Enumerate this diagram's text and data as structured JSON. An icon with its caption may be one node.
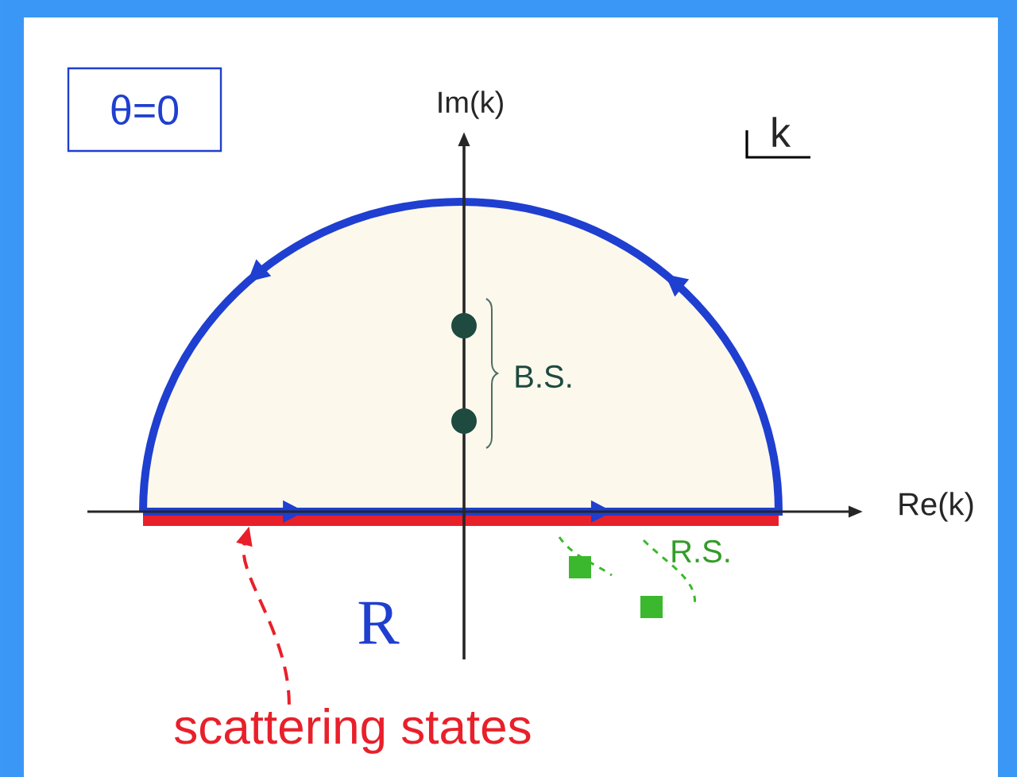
{
  "diagram": {
    "nodes": [
      {
        "text": [
          "θ=0"
        ]
      },
      {
        "text": [
          "scattering states"
        ]
      },
      {
        "text": [],
        "shape": "bar"
      }
    ],
    "edges": [
      {
        "from": 1,
        "to": 2,
        "arrow": "to",
        "style": "dashed",
        "color": "#e8202a"
      }
    ],
    "labels": [
      "Im(k)",
      "k",
      "B.S.",
      "Re(k)",
      "R.S.",
      "R"
    ]
  }
}
